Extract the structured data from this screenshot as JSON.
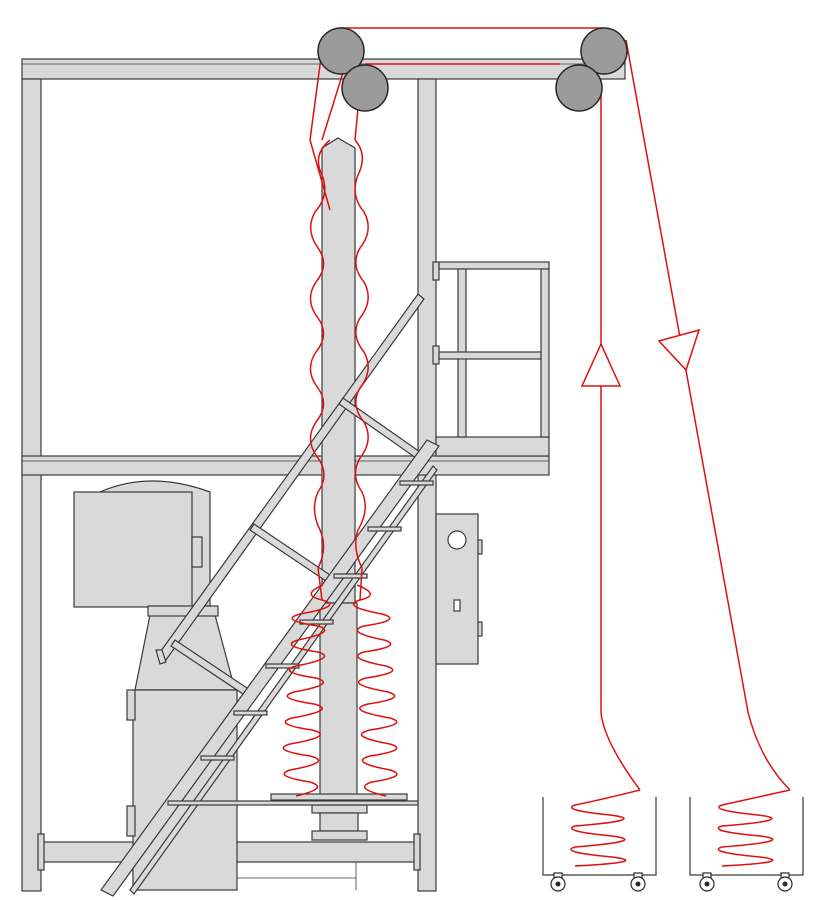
{
  "diagram": {
    "components": [
      {
        "id": "frame",
        "icon": "steel-frame"
      },
      {
        "id": "platform",
        "icon": "platform-with-railing"
      },
      {
        "id": "stairs",
        "icon": "staircase"
      },
      {
        "id": "column",
        "icon": "central-column"
      },
      {
        "id": "machine",
        "icon": "motor-housing"
      },
      {
        "id": "control-box",
        "icon": "control-panel"
      },
      {
        "id": "pulleys",
        "icon": "pulley",
        "count": 4
      },
      {
        "id": "coils",
        "icon": "helical-coil"
      },
      {
        "id": "bins",
        "icon": "wheeled-bin",
        "count": 2
      }
    ],
    "colors": {
      "rope": "#e01010",
      "steel_fill": "#d9d9d9",
      "outline": "#3a3a3a",
      "pulley": "#9b9b9b",
      "background": "#ffffff"
    }
  }
}
